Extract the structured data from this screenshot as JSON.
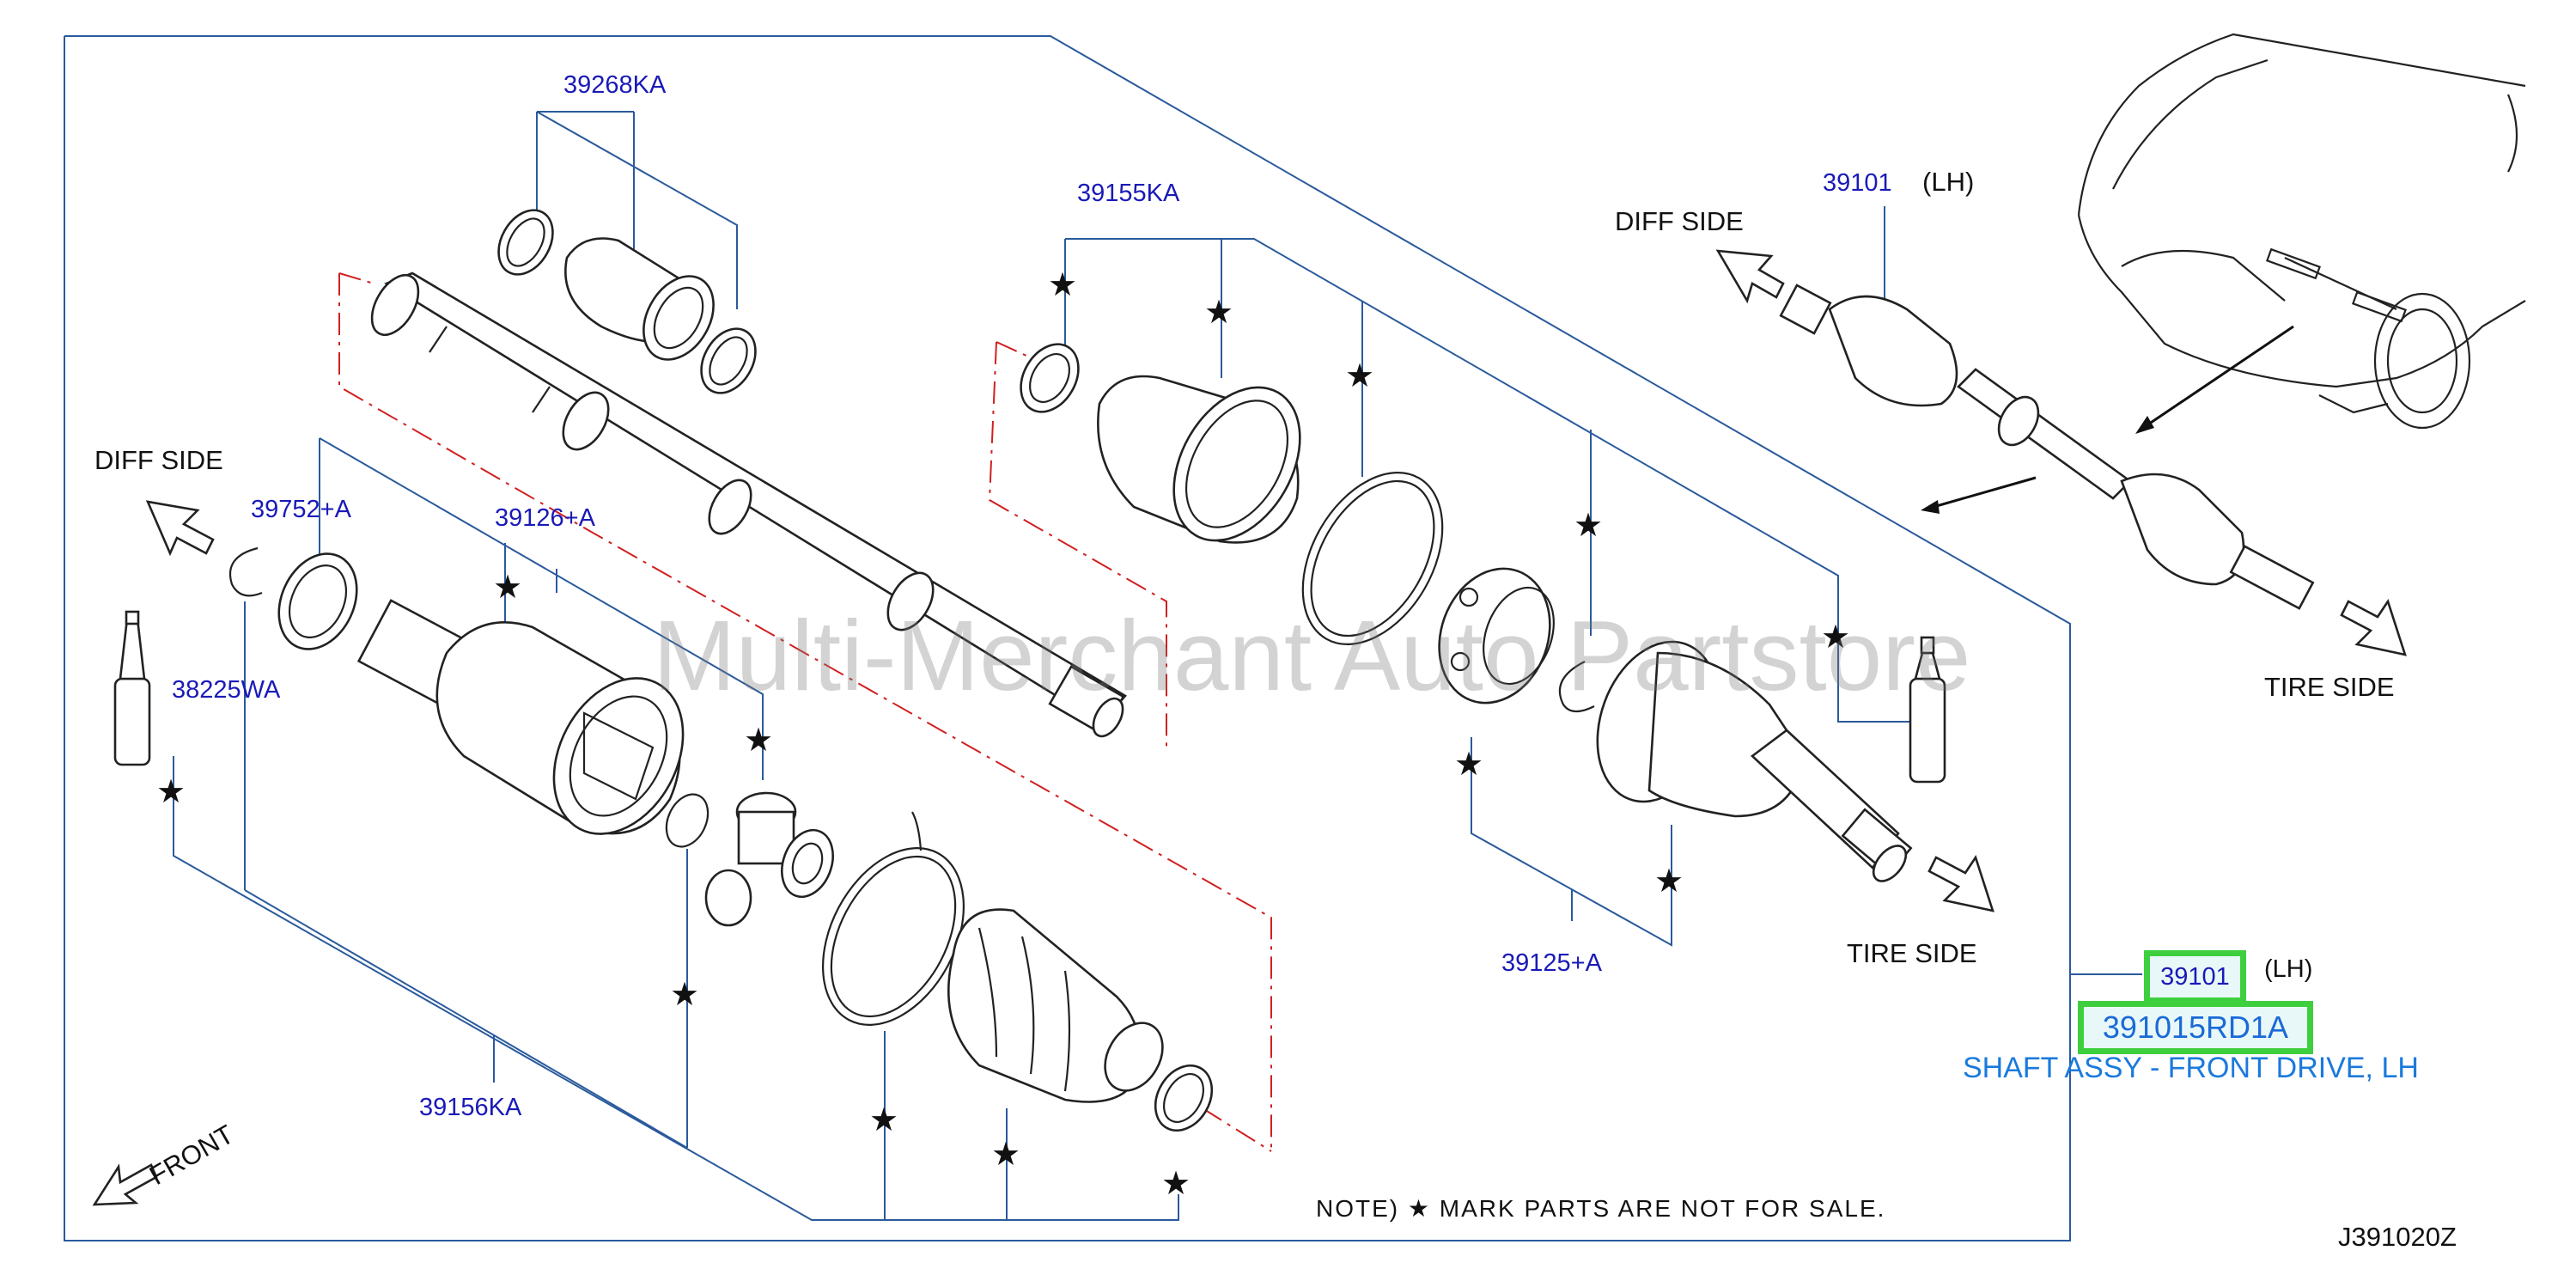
{
  "labels": {
    "p39268KA": "39268KA",
    "p39155KA": "39155KA",
    "p39101": "39101",
    "lh_top": "(LH)",
    "diff_side_top": "DIFF  SIDE",
    "diff_side_left": "DIFF  SIDE",
    "p39752A": "39752+A",
    "p39126A": "39126+A",
    "p38225WA": "38225WA",
    "p39156KA": "39156KA",
    "p39125A": "39125+A",
    "tire_side_top": "TIRE  SIDE",
    "tire_side_mid": "TIRE  SIDE",
    "front": "FRONT",
    "note": "NOTE)  ★ MARK   PARTS   ARE   NOT   FOR   SALE.",
    "diagram_code": "J391020Z"
  },
  "highlight": {
    "part_number": "39101",
    "lh": "(LH)",
    "part_code": "391015RD1A",
    "description": "SHAFT ASSY - FRONT DRIVE, LH"
  },
  "watermark": "Multi-Merchant Auto Partstore",
  "colors": {
    "part_number_text": "#1a1ab8",
    "leader_lines": "#2a5a9c",
    "dash_lines": "#d02020",
    "highlight_border": "#3ecf3e",
    "description_text": "#1a7adc"
  }
}
